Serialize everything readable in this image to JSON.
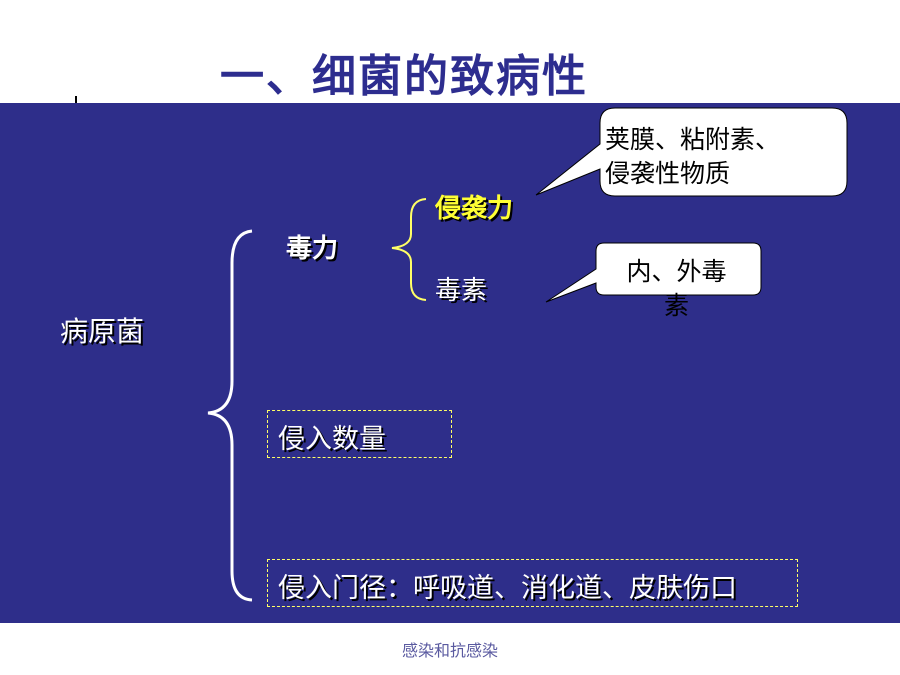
{
  "title": "一、细菌的致病性",
  "diagram": {
    "root": "病原菌",
    "virulence": {
      "label": "毒力",
      "invasiveness": "侵袭力",
      "toxin": "毒素"
    },
    "invasion_quantity": "侵入数量",
    "invasion_route": "侵入门径：呼吸道、消化道、皮肤伤口",
    "callouts": {
      "invasiveness_line1": "荚膜、粘附素、",
      "invasiveness_line2": "侵袭性物质",
      "toxin_line1": "内、外毒",
      "toxin_line2": "素"
    }
  },
  "footer": "感染和抗感染",
  "colors": {
    "panel_background": "#2e2e8a",
    "title": "#2d2d8f",
    "highlight": "#ffff33",
    "bracket": "#ffffff",
    "inner_bracket": "#ffff66"
  }
}
